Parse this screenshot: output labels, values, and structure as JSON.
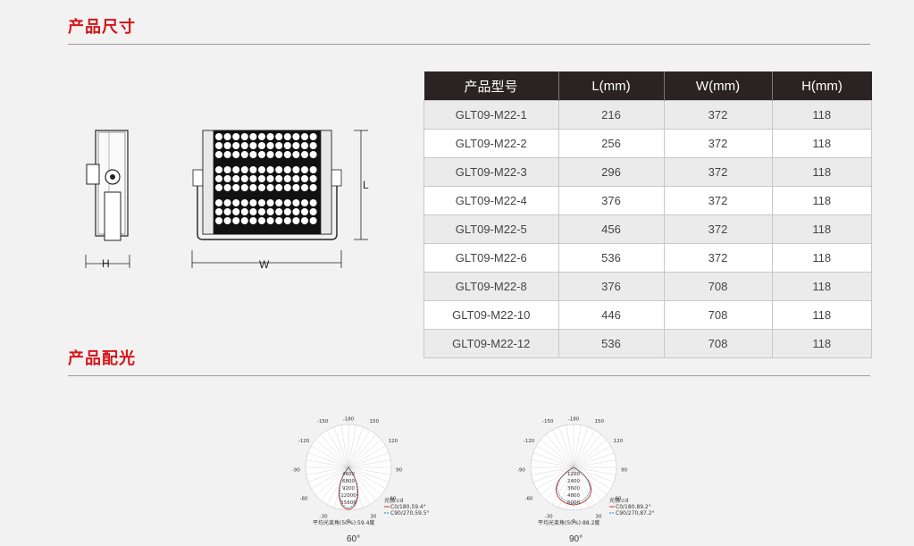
{
  "sections": {
    "dimensions_title": "产品尺寸",
    "light_distribution_title": "产品配光"
  },
  "drawing": {
    "h_label": "H",
    "w_label": "W",
    "l_label": "L"
  },
  "spec_table": {
    "headers": [
      "产品型号",
      "L(mm)",
      "W(mm)",
      "H(mm)"
    ],
    "rows": [
      [
        "GLT09-M22-1",
        "216",
        "372",
        "118"
      ],
      [
        "GLT09-M22-2",
        "256",
        "372",
        "118"
      ],
      [
        "GLT09-M22-3",
        "296",
        "372",
        "118"
      ],
      [
        "GLT09-M22-4",
        "376",
        "372",
        "118"
      ],
      [
        "GLT09-M22-5",
        "456",
        "372",
        "118"
      ],
      [
        "GLT09-M22-6",
        "536",
        "372",
        "118"
      ],
      [
        "GLT09-M22-8",
        "376",
        "708",
        "118"
      ],
      [
        "GLT09-M22-10",
        "446",
        "708",
        "118"
      ],
      [
        "GLT09-M22-12",
        "536",
        "708",
        "118"
      ]
    ]
  },
  "photometrics": [
    {
      "beam_label": "60°",
      "angle_labels": [
        "-180",
        "-150",
        "150",
        "-120",
        "120",
        "-90",
        "90",
        "-60",
        "60",
        "-30",
        "30",
        "0"
      ],
      "radial_labels": [
        "4600",
        "6800",
        "9200",
        "12000",
        "15600"
      ],
      "legend_unit": "光强:cd",
      "c0_label": "C0/180,59.4°",
      "c90_label": "C90/270,59.5°",
      "avg_label": "平均光束角(50%):59.4度",
      "colors": {
        "c0": "#c0392b",
        "c90": "#2f7fa5"
      }
    },
    {
      "beam_label": "90°",
      "angle_labels": [
        "-180",
        "-150",
        "150",
        "-120",
        "120",
        "-90",
        "90",
        "-60",
        "60",
        "-30",
        "30",
        "0"
      ],
      "radial_labels": [
        "1200",
        "2400",
        "3600",
        "4800",
        "6000"
      ],
      "legend_unit": "光强:cd",
      "c0_label": "C0/180,89.2°",
      "c90_label": "C90/270,87.2°",
      "avg_label": "平均光束角(50%):88.2度",
      "colors": {
        "c0": "#c0392b",
        "c90": "#2f7fa5"
      }
    }
  ]
}
